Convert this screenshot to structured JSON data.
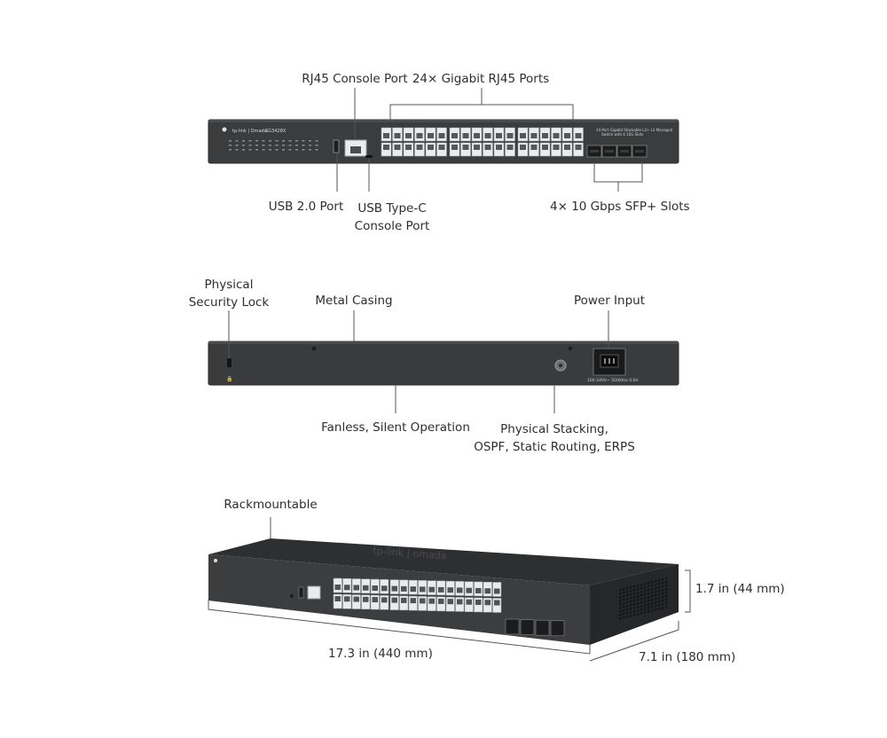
{
  "front": {
    "brand": "tp-link | Omada",
    "model": "SG3428X",
    "panel_text_1": "24-Port Gigabit Stackable L2+ L3 Managed",
    "panel_text_2": "Switch with 4 10G Slots",
    "labels": {
      "rj45_console": "RJ45 Console Port",
      "gigabit_ports": "24× Gigabit RJ45 Ports",
      "usb": "USB 2.0 Port",
      "usbc_line1": "USB Type-C",
      "usbc_line2": "Console Port",
      "sfp": "4× 10 Gbps SFP+ Slots"
    }
  },
  "rear": {
    "power_rating": "100-240V~ 50/60Hz 0.6A",
    "labels": {
      "security_line1": "Physical",
      "security_line2": "Security Lock",
      "metal_casing": "Metal Casing",
      "power_input": "Power Input",
      "fanless": "Fanless, Silent Operation",
      "stacking_line1": "Physical Stacking,",
      "stacking_line2": "OSPF, Static Routing, ERPS"
    }
  },
  "angled": {
    "top_logo": "tp-link | omada",
    "labels": {
      "rackmountable": "Rackmountable",
      "height": "1.7 in (44 mm)",
      "width": "17.3 in (440 mm)",
      "depth": "7.1 in (180 mm)"
    }
  },
  "colors": {
    "chassis": "#3a3b3d",
    "chassis_top": "#2f3032",
    "port": "#e9ecee",
    "line": "#555555"
  }
}
